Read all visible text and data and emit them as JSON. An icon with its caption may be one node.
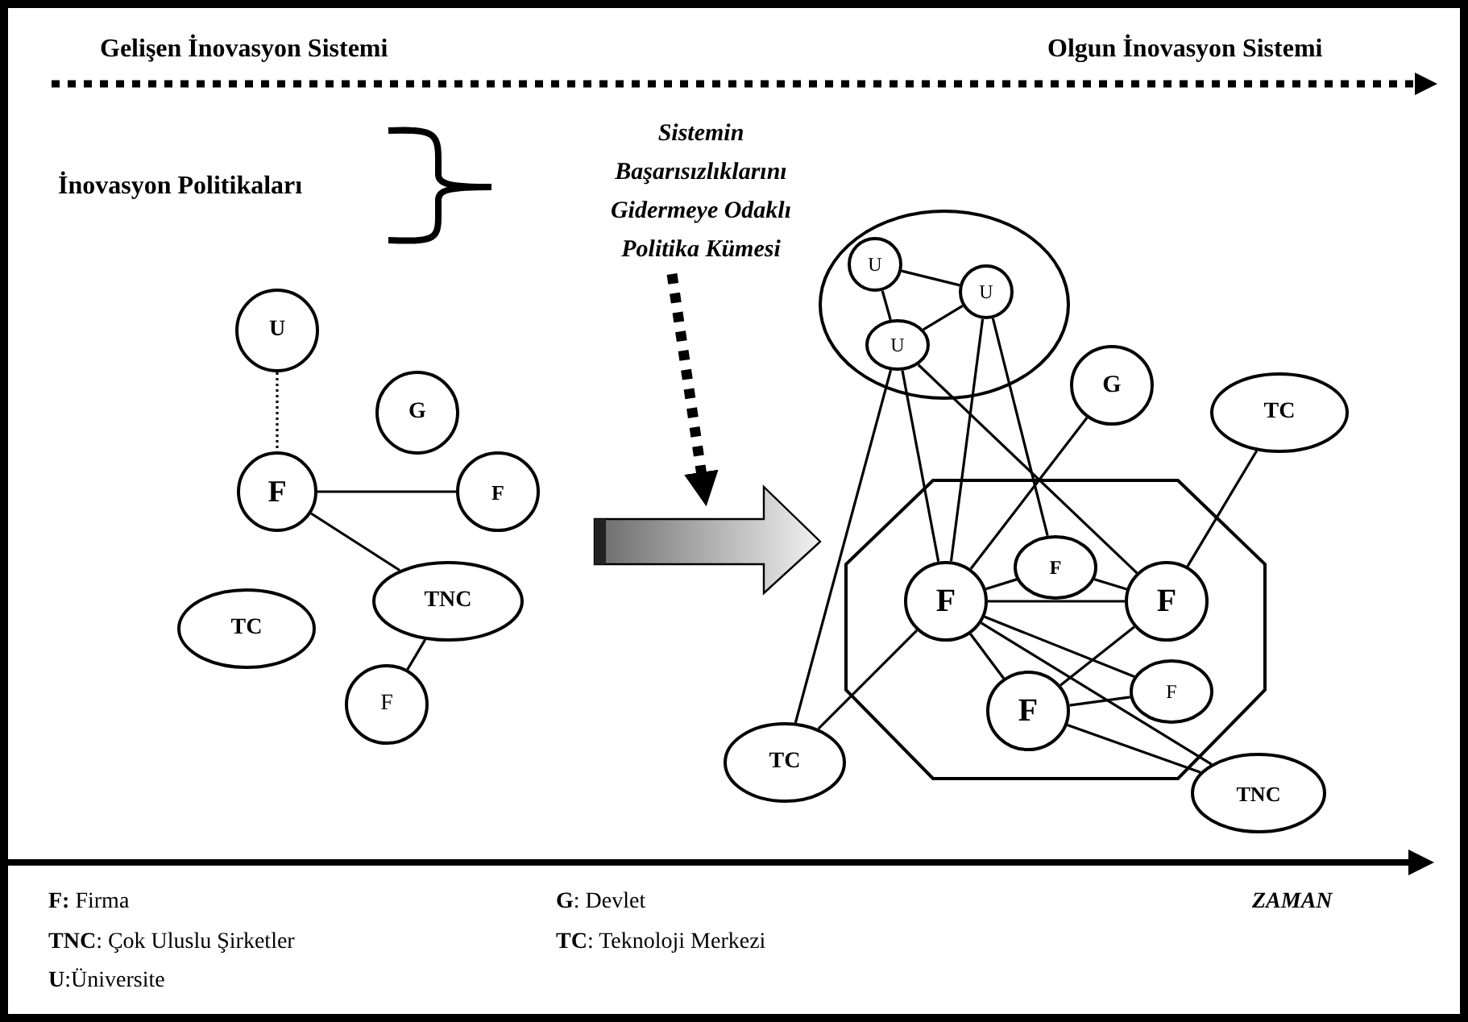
{
  "diagram": {
    "nodes": [
      {
        "text": [
          "Sistemin Başarısızlıklarını Gidermeye Odaklı Politika Kümesi"
        ]
      },
      {
        "text": [
          "U"
        ]
      },
      {
        "text": [
          "G"
        ]
      },
      {
        "text": [
          "F"
        ]
      },
      {
        "text": [
          "F"
        ]
      },
      {
        "text": [
          "TC"
        ]
      },
      {
        "text": [
          "TNC"
        ]
      },
      {
        "text": [
          "F"
        ]
      },
      {
        "text": [],
        "shape": "ellipse"
      },
      {
        "text": [
          "U"
        ],
        "in": 8
      },
      {
        "text": [
          "U"
        ],
        "in": 8
      },
      {
        "text": [
          "U"
        ],
        "in": 8
      },
      {
        "text": [
          "G"
        ]
      },
      {
        "text": [
          "TC"
        ]
      },
      {
        "text": [],
        "shape": "octagon"
      },
      {
        "text": [
          "F"
        ],
        "in": 14
      },
      {
        "text": [
          "F"
        ],
        "in": 14
      },
      {
        "text": [
          "F"
        ],
        "in": 14
      },
      {
        "text": [
          "F"
        ],
        "in": 14
      },
      {
        "text": [
          "F"
        ],
        "in": 14
      },
      {
        "text": [
          "TC"
        ]
      },
      {
        "text": [
          "TNC"
        ]
      }
    ],
    "edges": [
      {
        "from": 0,
        "to": null,
        "arrow": "to",
        "style": "dashed"
      },
      {
        "from": 1,
        "to": 3,
        "arrow": "none",
        "style": "dashed"
      },
      {
        "from": 3,
        "to": 4,
        "arrow": "none"
      },
      {
        "from": 3,
        "to": 6,
        "arrow": "none"
      },
      {
        "from": 6,
        "to": 7,
        "arrow": "none"
      },
      {
        "from": 9,
        "to": 10,
        "arrow": "none"
      },
      {
        "from": 9,
        "to": 11,
        "arrow": "none"
      },
      {
        "from": 10,
        "to": 11,
        "arrow": "none"
      },
      {
        "from": 10,
        "to": 15,
        "arrow": "none"
      },
      {
        "from": 10,
        "to": 16,
        "arrow": "none"
      },
      {
        "from": 11,
        "to": 15,
        "arrow": "none"
      },
      {
        "from": 11,
        "to": 20,
        "arrow": "none"
      },
      {
        "from": 11,
        "to": 17,
        "arrow": "none"
      },
      {
        "from": 12,
        "to": 15,
        "arrow": "none"
      },
      {
        "from": 13,
        "to": 17,
        "arrow": "none"
      },
      {
        "from": 15,
        "to": 16,
        "arrow": "none"
      },
      {
        "from": 16,
        "to": 17,
        "arrow": "none"
      },
      {
        "from": 15,
        "to": 17,
        "arrow": "none"
      },
      {
        "from": 15,
        "to": 18,
        "arrow": "none"
      },
      {
        "from": 15,
        "to": 19,
        "arrow": "none"
      },
      {
        "from": 15,
        "to": 21,
        "arrow": "none"
      },
      {
        "from": 17,
        "to": 18,
        "arrow": "none"
      },
      {
        "from": 18,
        "to": 19,
        "arrow": "none"
      },
      {
        "from": 18,
        "to": 21,
        "arrow": "none"
      },
      {
        "from": 15,
        "to": 20,
        "arrow": "none"
      }
    ],
    "labels": [
      "Gelişen İnovasyon Sistemi",
      "Olgun İnovasyon Sistemi",
      "İnovasyon Politikaları",
      "**F:** Firma",
      "**G**: Devlet",
      "ZAMAN",
      "**TNC**: Çok Uluslu Şirketler",
      "**TC**: Teknoloji Merkezi",
      "**U**:Üniversite"
    ]
  }
}
